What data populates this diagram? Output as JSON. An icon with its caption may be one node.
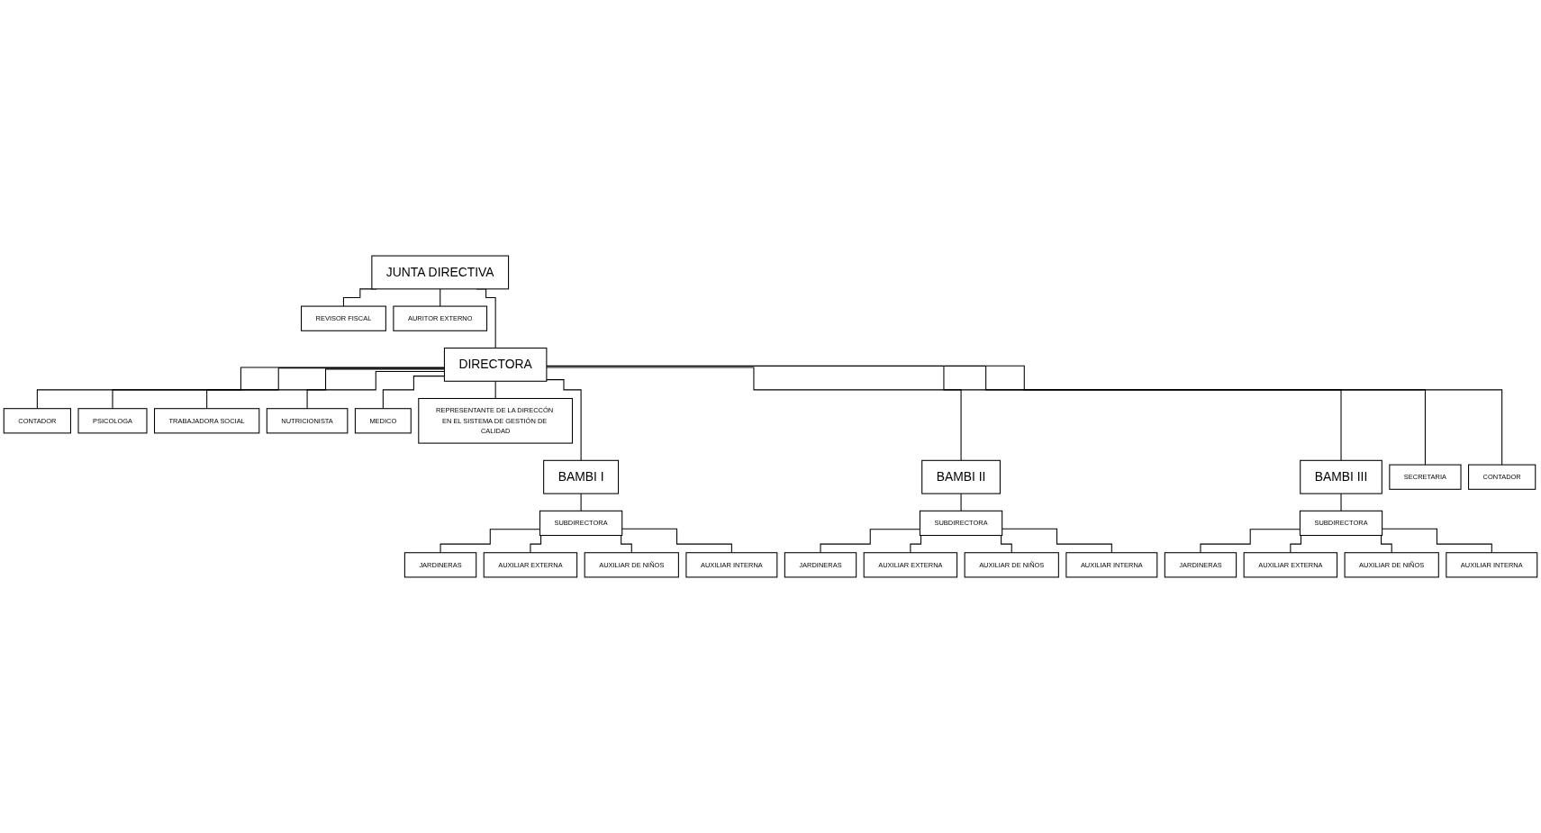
{
  "diagram": {
    "nodes": [
      {
        "text": [
          "JUNTA DIRECTIVA"
        ]
      },
      {
        "text": [
          "REVISOR FISCAL"
        ]
      },
      {
        "text": [
          "AURITOR EXTERNO"
        ]
      },
      {
        "text": [
          "DIRECTORA"
        ]
      },
      {
        "text": [
          "CONTADOR"
        ]
      },
      {
        "text": [
          "PSICOLOGA"
        ]
      },
      {
        "text": [
          "TRABAJADORA SOCIAL"
        ]
      },
      {
        "text": [
          "NUTRICIONISTA"
        ]
      },
      {
        "text": [
          "MEDICO"
        ]
      },
      {
        "text": [
          "REPRESENTANTE DE LA DIRECCÓN EN EL SISTEMA DE GESTIÓN DE CALIDAD"
        ]
      },
      {
        "text": [
          "BAMBI I"
        ]
      },
      {
        "text": [
          "BAMBI II"
        ]
      },
      {
        "text": [
          "BAMBI III"
        ]
      },
      {
        "text": [
          "SECRETARIA"
        ]
      },
      {
        "text": [
          "CONTADOR"
        ]
      },
      {
        "text": [
          "SUBDIRECTORA"
        ]
      },
      {
        "text": [
          "SUBDIRECTORA"
        ]
      },
      {
        "text": [
          "SUBDIRECTORA"
        ]
      },
      {
        "text": [
          "JARDINERAS"
        ]
      },
      {
        "text": [
          "AUXILIAR EXTERNA"
        ]
      },
      {
        "text": [
          "AUXILIAR DE NIÑOS"
        ]
      },
      {
        "text": [
          "AUXILIAR INTERNA"
        ]
      },
      {
        "text": [
          "JARDINERAS"
        ]
      },
      {
        "text": [
          "AUXILIAR EXTERNA"
        ]
      },
      {
        "text": [
          "AUXILIAR DE NIÑOS"
        ]
      },
      {
        "text": [
          "AUXILIAR INTERNA"
        ]
      },
      {
        "text": [
          "JARDINERAS"
        ]
      },
      {
        "text": [
          "AUXILIAR EXTERNA"
        ]
      },
      {
        "text": [
          "AUXILIAR DE NIÑOS"
        ]
      },
      {
        "text": [
          "AUXILIAR INTERNA"
        ]
      }
    ],
    "edges": [
      {
        "from": 0,
        "to": 1,
        "arrow": "none"
      },
      {
        "from": 0,
        "to": 2,
        "arrow": "none"
      },
      {
        "from": 0,
        "to": 3,
        "arrow": "none"
      },
      {
        "from": 3,
        "to": 4,
        "arrow": "none"
      },
      {
        "from": 3,
        "to": 5,
        "arrow": "none"
      },
      {
        "from": 3,
        "to": 6,
        "arrow": "none"
      },
      {
        "from": 3,
        "to": 7,
        "arrow": "none"
      },
      {
        "from": 3,
        "to": 8,
        "arrow": "none"
      },
      {
        "from": 3,
        "to": 9,
        "arrow": "none"
      },
      {
        "from": 3,
        "to": 10,
        "arrow": "none"
      },
      {
        "from": 3,
        "to": 11,
        "arrow": "none"
      },
      {
        "from": 3,
        "to": 12,
        "arrow": "none"
      },
      {
        "from": 3,
        "to": 13,
        "arrow": "none"
      },
      {
        "from": 3,
        "to": 14,
        "arrow": "none"
      },
      {
        "from": 10,
        "to": 15,
        "arrow": "none"
      },
      {
        "from": 11,
        "to": 16,
        "arrow": "none"
      },
      {
        "from": 12,
        "to": 17,
        "arrow": "none"
      },
      {
        "from": 15,
        "to": 18,
        "arrow": "none"
      },
      {
        "from": 15,
        "to": 19,
        "arrow": "none"
      },
      {
        "from": 15,
        "to": 20,
        "arrow": "none"
      },
      {
        "from": 15,
        "to": 21,
        "arrow": "none"
      },
      {
        "from": 16,
        "to": 22,
        "arrow": "none"
      },
      {
        "from": 16,
        "to": 23,
        "arrow": "none"
      },
      {
        "from": 16,
        "to": 24,
        "arrow": "none"
      },
      {
        "from": 16,
        "to": 25,
        "arrow": "none"
      },
      {
        "from": 17,
        "to": 26,
        "arrow": "none"
      },
      {
        "from": 17,
        "to": 27,
        "arrow": "none"
      },
      {
        "from": 17,
        "to": 28,
        "arrow": "none"
      },
      {
        "from": 17,
        "to": 29,
        "arrow": "none"
      }
    ]
  }
}
